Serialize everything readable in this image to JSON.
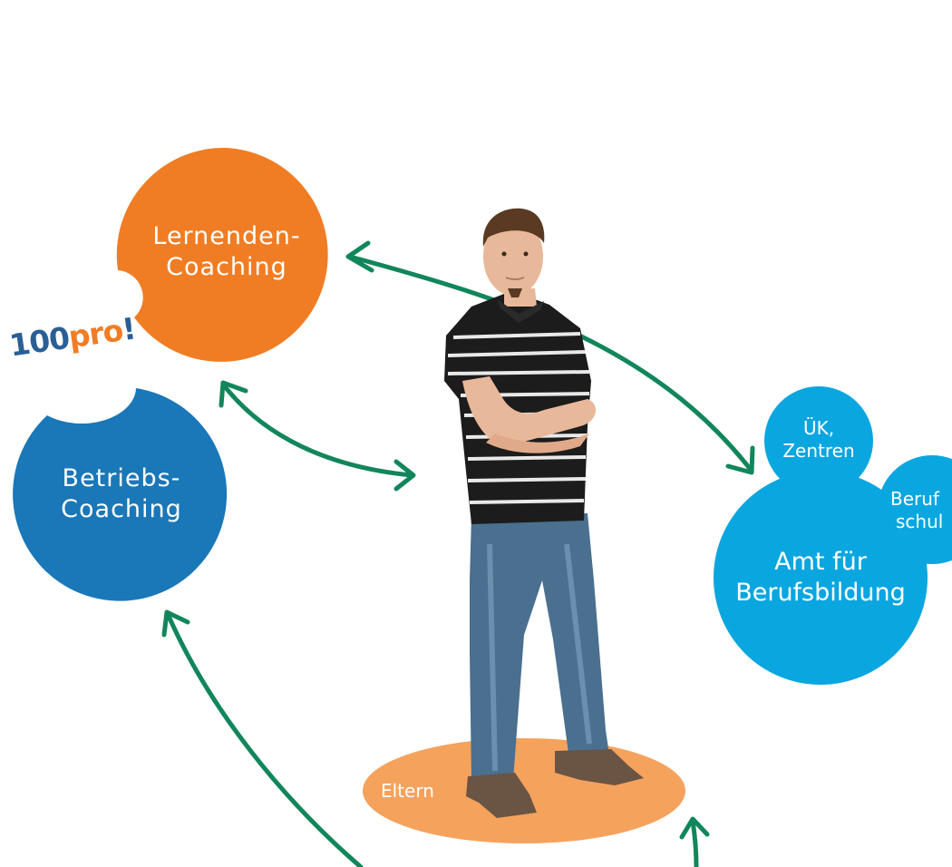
{
  "colors": {
    "orange": "#f07d24",
    "light_orange": "#f5a25d",
    "dark_blue": "#1a77b8",
    "light_blue": "#0aa6e0",
    "arrow_green": "#12865b",
    "logo_blue": "#2a5f96",
    "logo_orange": "#f07d24",
    "shirt": "#1c1c1c",
    "jeans": "#4a6f8f",
    "skin": "#e8b89a",
    "hair": "#5a3a22",
    "shoes": "#6a5444"
  },
  "nodes": {
    "lernenden": {
      "line1": "Lernenden-",
      "line2": "Coaching"
    },
    "betriebs": {
      "line1": "Betriebs-",
      "line2": "Coaching"
    },
    "amt": {
      "line1": "Amt für",
      "line2": "Berufsbildung"
    },
    "uek": {
      "line1": "ÜK,",
      "line2": "Zentren"
    },
    "berufsschule": {
      "line1": "Beruf",
      "line2": "schul"
    },
    "eltern": {
      "label": "Eltern"
    }
  },
  "logo": {
    "part1": "100",
    "part2": "pro",
    "part3": "!"
  },
  "icons": {
    "person": "student-person-icon"
  }
}
